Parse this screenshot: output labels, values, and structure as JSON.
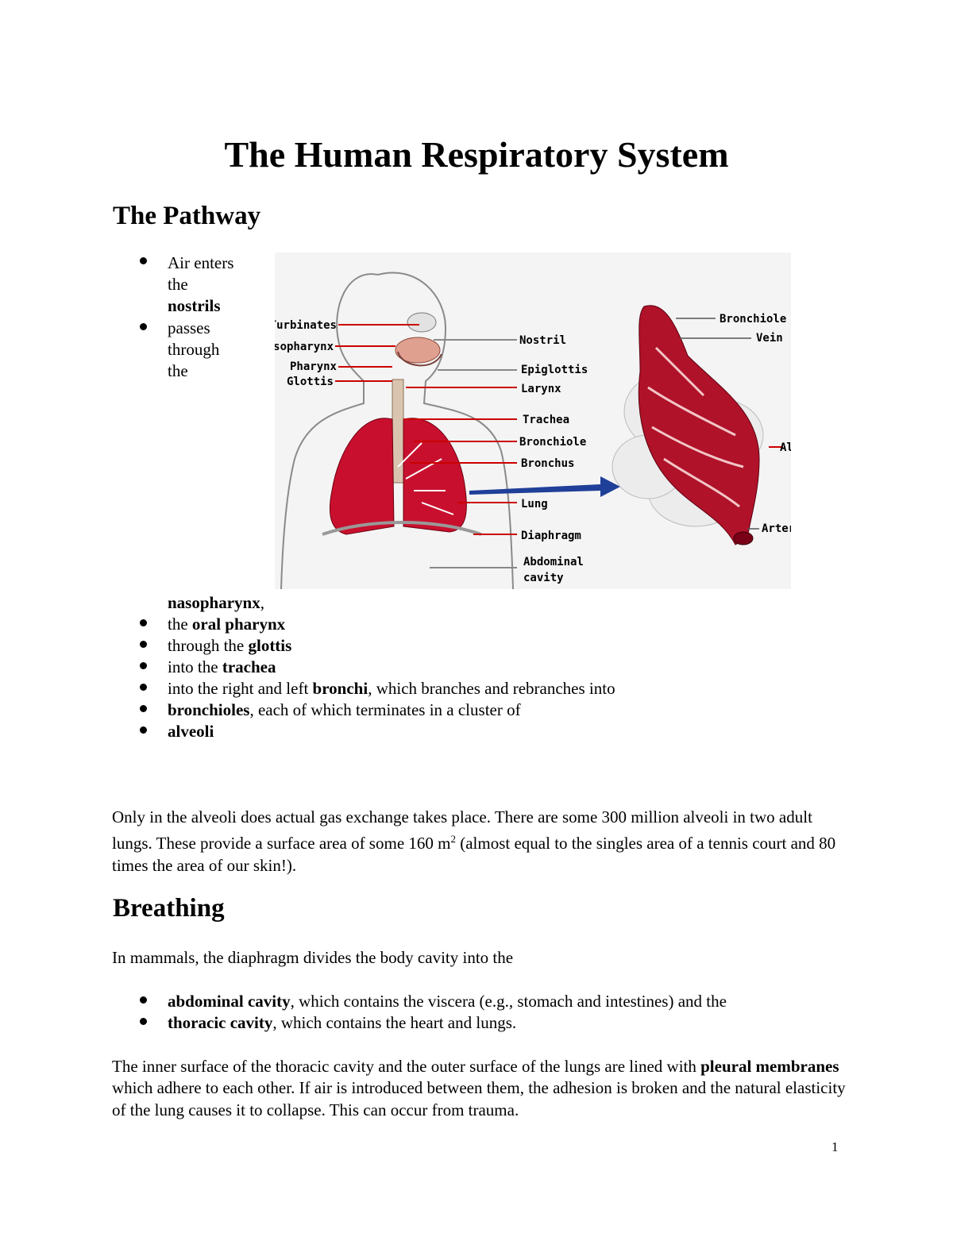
{
  "title": "The Human Respiratory System",
  "pathway": {
    "heading": "The Pathway",
    "first_item": {
      "lines": [
        "Air enters",
        "the"
      ],
      "bold": "nostrils"
    },
    "second_item": {
      "lines": [
        "passes",
        "through",
        "the"
      ]
    },
    "nasopharynx_bold": "nasopharynx",
    "nasopharynx_after": ",",
    "items": [
      {
        "pre": "the ",
        "bold": "oral pharynx",
        "post": ""
      },
      {
        "pre": "through the ",
        "bold": "glottis",
        "post": ""
      },
      {
        "pre": "into the ",
        "bold": "trachea",
        "post": ""
      },
      {
        "pre": "into the right and left ",
        "bold": "bronchi",
        "post": ", which branches and rebranches into"
      },
      {
        "pre": "",
        "bold": "bronchioles",
        "post": ", each of which terminates in a cluster of"
      },
      {
        "pre": "",
        "bold": "alveoli",
        "post": ""
      }
    ]
  },
  "diagram": {
    "left_labels": [
      "Turbinates",
      "Nasopharynx",
      "Pharynx",
      "Glottis"
    ],
    "right_labels": [
      "Nostril",
      "Epiglottis",
      "Larynx",
      "Trachea",
      "Bronchiole",
      "Bronchus",
      "Lung",
      "Diaphragm",
      "Abdominal",
      "cavity"
    ],
    "alveolus_labels": [
      "Bronchiole",
      "Vein",
      "Alveolus",
      "Artery"
    ],
    "colors": {
      "lung": "#c8102e",
      "label_line": "#cc0000",
      "arrow": "#1f3f99"
    }
  },
  "alveoli_paragraph": {
    "text1": "Only in the alveoli does actual gas exchange takes place. There are some 300 million alveoli in two adult lungs. These provide a surface area of some 160 m",
    "sup": "2",
    "text2": " (almost equal to the singles area of a tennis court and 80 times the area of our skin!)."
  },
  "breathing": {
    "heading": "Breathing",
    "intro": "In mammals, the diaphragm divides the body cavity into the",
    "items": [
      {
        "bold": "abdominal cavity",
        "post": ", which contains the viscera (e.g., stomach and intestines) and the"
      },
      {
        "bold": "thoracic cavity",
        "post": ", which contains the heart and lungs."
      }
    ],
    "pleural_pre": "The inner surface of the thoracic cavity and the outer surface of the lungs are lined with ",
    "pleural_bold": "pleural membranes",
    "pleural_post": " which adhere to each other. If air is introduced between them, the adhesion is broken and the natural elasticity of the lung causes it to collapse. This can occur from trauma."
  },
  "page_number": "1"
}
